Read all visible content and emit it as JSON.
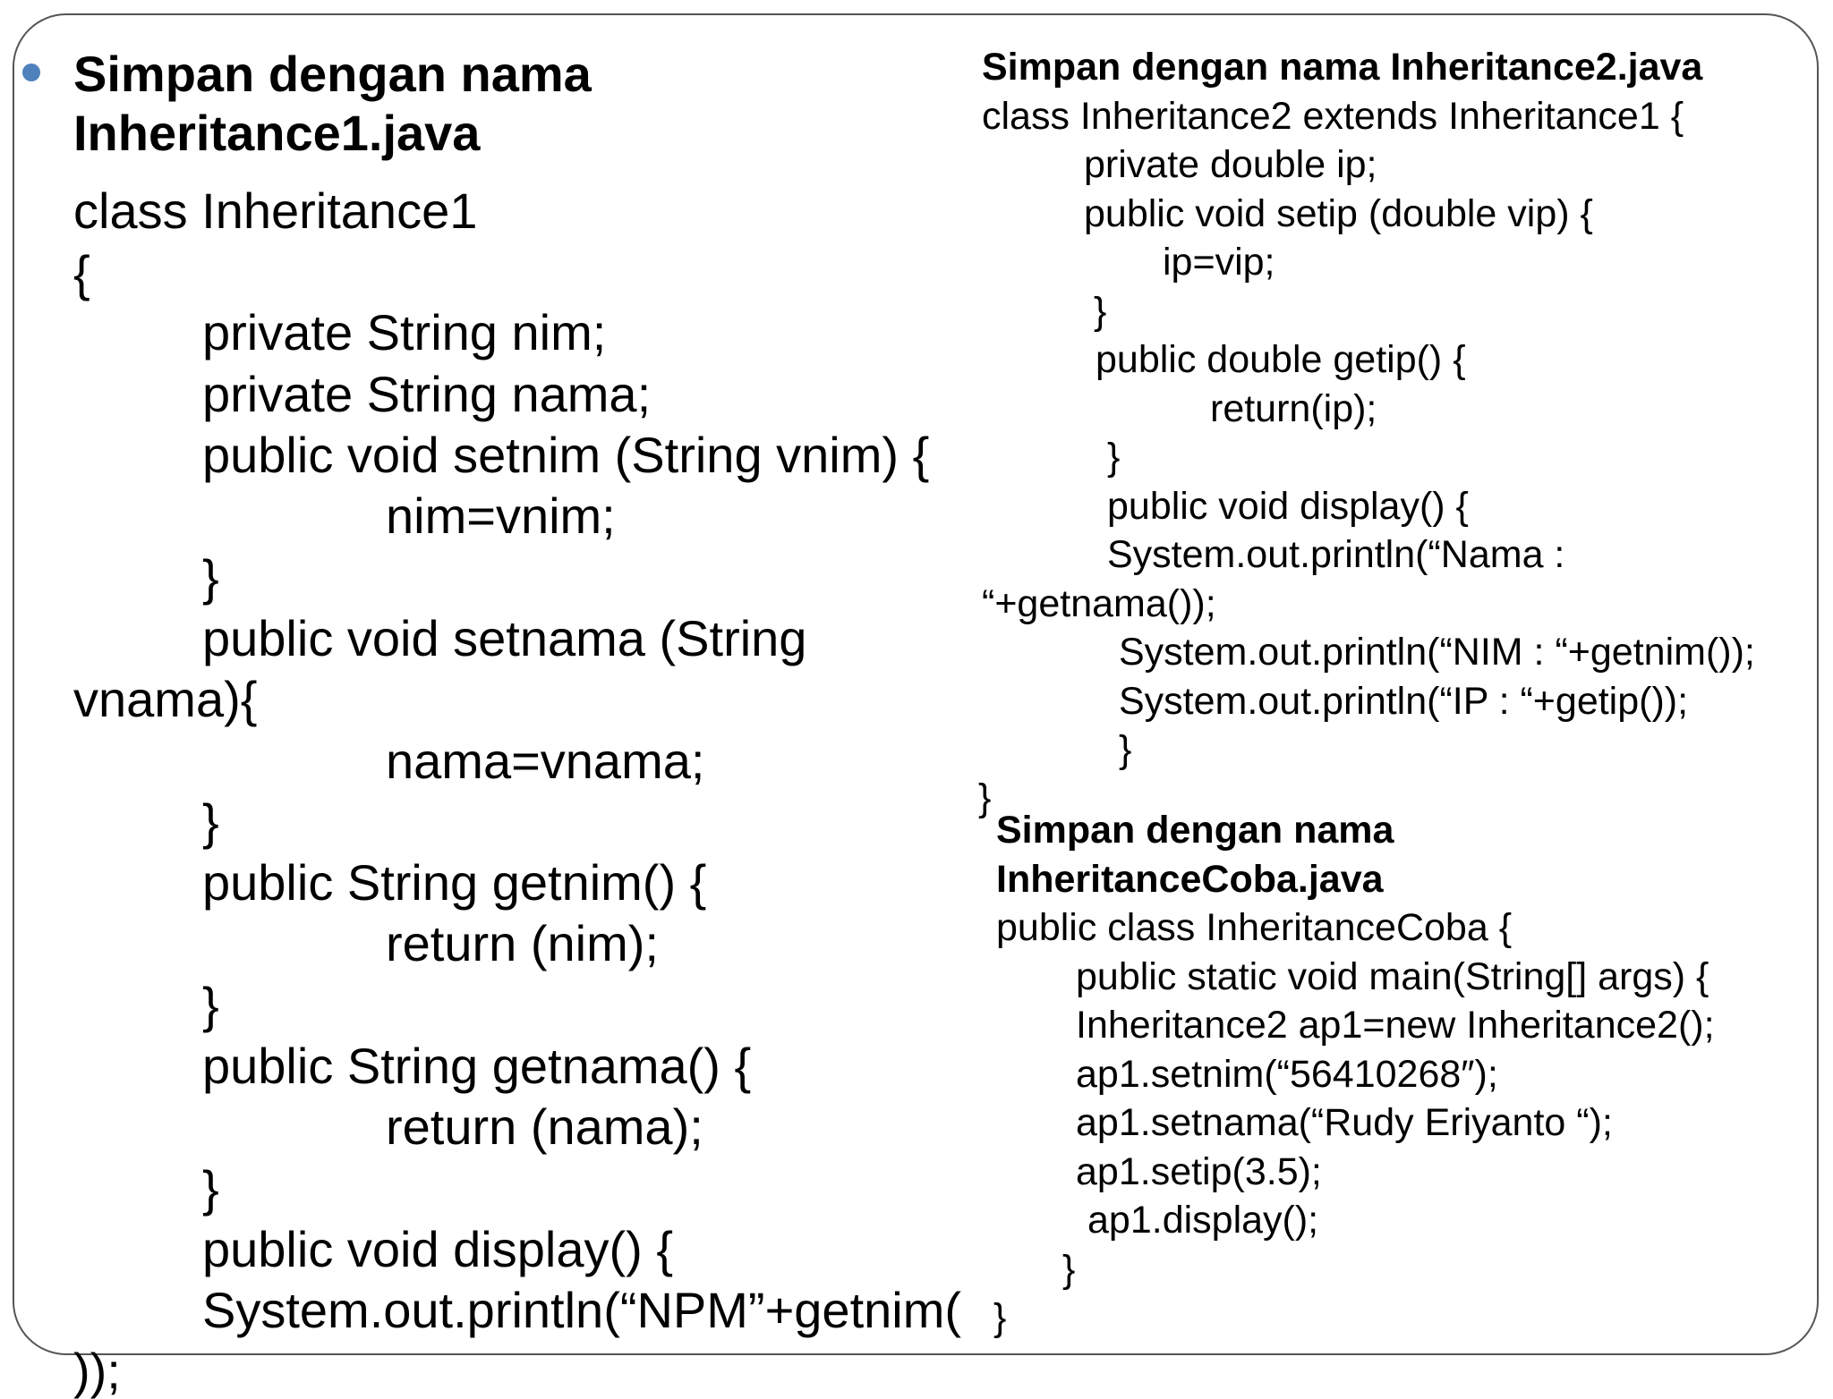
{
  "left": {
    "heading": [
      "Simpan dengan nama",
      "Inheritance1.java"
    ],
    "code": [
      "class Inheritance1",
      "{",
      "private String nim;",
      "private String nama;",
      "public void setnim (String vnim) {",
      "nim=vnim;",
      "}",
      "public void setnama (String",
      "vnama){",
      "nama=vnama;",
      "}",
      "public String getnim() {",
      "return (nim);",
      "}",
      "public String getnama() {",
      "return (nama);",
      "}",
      "public void display() {",
      "System.out.println(“NPM”+getnim(",
      "));"
    ]
  },
  "right_top": {
    "heading": "Simpan dengan nama Inheritance2.java",
    "code": [
      "class Inheritance2 extends Inheritance1 {",
      "private double ip;",
      "public void setip (double vip) {",
      "ip=vip;",
      "}",
      "public double getip() {",
      "return(ip);",
      "}",
      "public void display() {",
      "System.out.println(“Nama :",
      "“+getnama());",
      "System.out.println(“NIM : “+getnim());",
      "System.out.println(“IP : “+getip());",
      "}",
      "}"
    ]
  },
  "right_bottom": {
    "heading": [
      "Simpan dengan nama",
      "InheritanceCoba.java"
    ],
    "code": [
      "public class InheritanceCoba {",
      "public static void main(String[] args) {",
      "Inheritance2 ap1=new Inheritance2();",
      "ap1.setnim(“56410268″);",
      "ap1.setnama(“Rudy Eriyanto “);",
      "ap1.setip(3.5);",
      "ap1.display();",
      "}",
      "}"
    ]
  },
  "colors": {
    "bullet": "#4f81bd",
    "frame_border": "#555555",
    "text": "#000000"
  }
}
